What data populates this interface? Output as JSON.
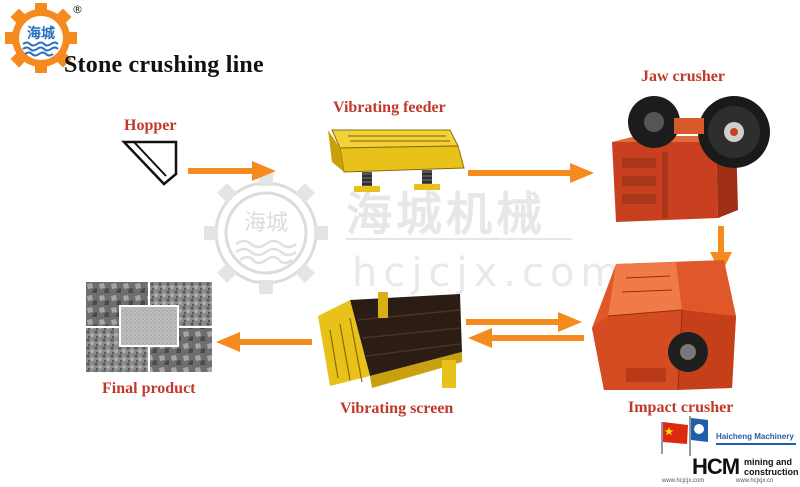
{
  "page": {
    "title": "Stone crushing line",
    "logo_text": "海城",
    "registered_mark": "®"
  },
  "watermark": {
    "cn_text": "海城机械",
    "url": "hcjcjx.com",
    "logo_text": "海城"
  },
  "stages": [
    {
      "id": "hopper",
      "label": "Hopper"
    },
    {
      "id": "vibrating-feeder",
      "label": "Vibrating feeder"
    },
    {
      "id": "jaw-crusher",
      "label": "Jaw crusher"
    },
    {
      "id": "impact-crusher",
      "label": "Impact crusher"
    },
    {
      "id": "vibrating-screen",
      "label": "Vibrating screen"
    },
    {
      "id": "final-product",
      "label": "Final product"
    }
  ],
  "colors": {
    "accent_orange": "#f58a1f",
    "label_red": "#c0392b",
    "machine_yellow": "#e8c21a",
    "machine_red": "#c8401f",
    "hcm_blue": "#1d5fa8"
  },
  "brand": {
    "top_line": "Haicheng Machinery",
    "hcm": "HCM",
    "mining_and": "mining and",
    "construction": "construction",
    "url1": "www.hcjcjx.com",
    "url2": "www.hcjxjx.cn"
  }
}
